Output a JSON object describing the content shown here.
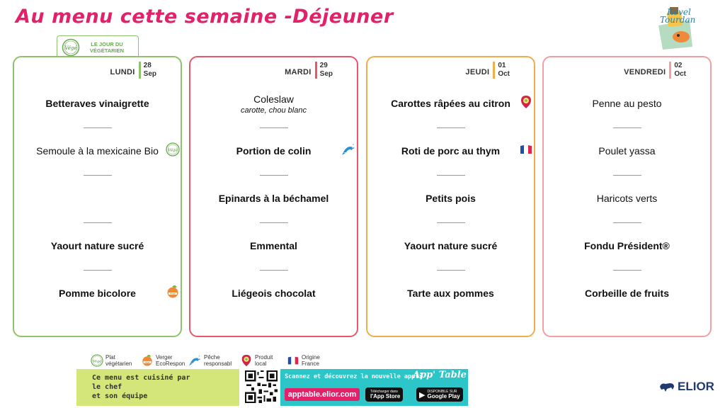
{
  "header": {
    "title": "Au menu cette semaine -Déjeuner",
    "logo_line1": "Revel",
    "logo_line2": "Tourdan"
  },
  "veg_badge": {
    "icon_label": "Végé",
    "text": "LE JOUR DU VÉGÉTARIEN"
  },
  "colors": {
    "title": "#e2216b",
    "lundi": "#8ec26b",
    "mardi": "#e8566c",
    "jeudi": "#f2ad48",
    "vendredi": "#f0a0a3"
  },
  "days": [
    {
      "name": "LUNDI",
      "date_day": "28",
      "date_month": "Sep",
      "dishes": [
        {
          "label": "Betteraves vinaigrette",
          "bold": true,
          "sub": "",
          "icon": ""
        },
        {
          "label": "Semoule à la mexicaine Bio",
          "bold": false,
          "sub": "",
          "icon": "vege-icon"
        },
        {
          "label": "",
          "bold": false,
          "sub": "",
          "icon": ""
        },
        {
          "label": "Yaourt nature sucré",
          "bold": true,
          "sub": "",
          "icon": ""
        },
        {
          "label": "Pomme bicolore",
          "bold": true,
          "sub": "",
          "icon": "verger-icon"
        }
      ]
    },
    {
      "name": "MARDI",
      "date_day": "29",
      "date_month": "Sep",
      "dishes": [
        {
          "label": "Coleslaw",
          "bold": false,
          "sub": "carotte, chou blanc",
          "icon": ""
        },
        {
          "label": "Portion de colin",
          "bold": true,
          "sub": "",
          "icon": "fish-icon"
        },
        {
          "label": "Epinards à la béchamel",
          "bold": true,
          "sub": "",
          "icon": ""
        },
        {
          "label": "Emmental",
          "bold": true,
          "sub": "",
          "icon": ""
        },
        {
          "label": "Liégeois chocolat",
          "bold": true,
          "sub": "",
          "icon": ""
        }
      ]
    },
    {
      "name": "JEUDI",
      "date_day": "01",
      "date_month": "Oct",
      "dishes": [
        {
          "label": "Carottes râpées au citron",
          "bold": true,
          "sub": "",
          "icon": "local-pin-icon"
        },
        {
          "label": "Roti de porc au thym",
          "bold": true,
          "sub": "",
          "icon": "france-flag-icon"
        },
        {
          "label": "Petits pois",
          "bold": true,
          "sub": "",
          "icon": ""
        },
        {
          "label": "Yaourt nature sucré",
          "bold": true,
          "sub": "",
          "icon": ""
        },
        {
          "label": "Tarte aux pommes",
          "bold": true,
          "sub": "",
          "icon": ""
        }
      ]
    },
    {
      "name": "VENDREDI",
      "date_day": "02",
      "date_month": "Oct",
      "dishes": [
        {
          "label": "Penne au pesto",
          "bold": false,
          "sub": "",
          "icon": ""
        },
        {
          "label": "Poulet yassa",
          "bold": false,
          "sub": "",
          "icon": ""
        },
        {
          "label": "Haricots verts",
          "bold": false,
          "sub": "",
          "icon": ""
        },
        {
          "label": "Fondu Président®",
          "bold": true,
          "sub": "",
          "icon": ""
        },
        {
          "label": "Corbeille de fruits",
          "bold": true,
          "sub": "",
          "icon": ""
        }
      ]
    }
  ],
  "legend": [
    {
      "icon": "vege-icon",
      "line1": "Plat",
      "line2": "végétarien"
    },
    {
      "icon": "verger-icon",
      "line1": "Verger",
      "line2": "EcoRespon"
    },
    {
      "icon": "fish-icon",
      "line1": "Pêche",
      "line2": "responsabl"
    },
    {
      "icon": "local-pin-icon",
      "line1": "Produit",
      "line2": "local"
    },
    {
      "icon": "france-flag-icon",
      "line1": "Origine",
      "line2": "France"
    }
  ],
  "footer": {
    "chef_line1": "Ce menu est cuisiné par",
    "chef_line2": "le chef",
    "chef_line3": "et son équipe",
    "scan_text": "Scannez et découvrez la nouvelle appli",
    "app_name": "App' Table",
    "url": "apptable.elior.com",
    "appstore_small": "Télécharger dans",
    "appstore_big": "l'App Store",
    "googleplay_small": "DISPONIBLE SUR",
    "googleplay_big": "Google Play",
    "brand": "ELIOR"
  }
}
